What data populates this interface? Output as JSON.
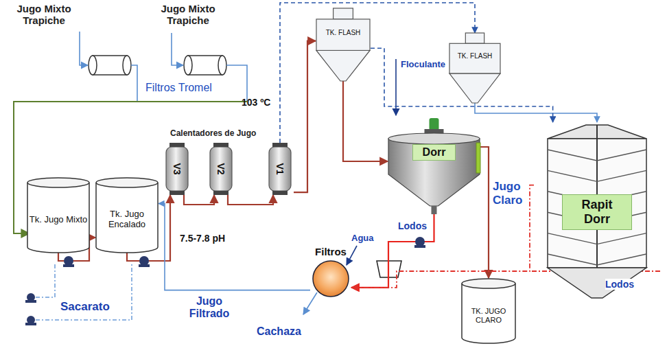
{
  "diagram": {
    "nodes": [
      {
        "text": [
          "Tk. Jugo Mixto"
        ]
      },
      {
        "text": [
          "Tk. Jugo Encalado"
        ]
      },
      {
        "text": [
          "V3"
        ]
      },
      {
        "text": [
          "V2"
        ]
      },
      {
        "text": [
          "V1"
        ]
      },
      {
        "text": [
          "TK. FLASH"
        ]
      },
      {
        "text": [
          "Dorr"
        ]
      },
      {
        "text": [
          "TK. FLASH"
        ]
      },
      {
        "text": [
          "Rapit Dorr"
        ]
      },
      {
        "text": [
          "Filtros"
        ]
      },
      {
        "text": [
          "TK. JUGO CLARO"
        ]
      }
    ],
    "edges": [
      {
        "from": 0,
        "to": 1,
        "arrow": "to"
      },
      {
        "from": 1,
        "to": 2,
        "arrow": "to"
      },
      {
        "from": 2,
        "to": 3,
        "arrow": "to"
      },
      {
        "from": 3,
        "to": 4,
        "arrow": "to"
      },
      {
        "from": 4,
        "to": 5,
        "arrow": "to"
      },
      {
        "from": 5,
        "to": 6,
        "arrow": "to"
      },
      {
        "from": 6,
        "to": 10,
        "label": "Jugo Claro",
        "arrow": "to"
      },
      {
        "from": 6,
        "to": 9,
        "label": "Lodos",
        "arrow": "to"
      },
      {
        "from": 8,
        "to": 9,
        "label": "Lodos",
        "arrow": "to"
      },
      {
        "from": 9,
        "to": 1,
        "label": "Jugo Filtrado",
        "arrow": "to"
      },
      {
        "from": 4,
        "to": 7,
        "arrow": "to"
      },
      {
        "from": 7,
        "to": 8,
        "arrow": "to"
      },
      {
        "from": 5,
        "to": 8,
        "arrow": "to"
      }
    ],
    "labels": [
      "Jugo Mixto Trapiche",
      "Jugo Mixto Trapiche",
      "Filtros Tromel",
      "Calentadores de Jugo",
      "103 ºC",
      "7.5-7.8 pH",
      "Sacarato",
      "Floculante",
      "Agua",
      "Cachaza"
    ]
  }
}
